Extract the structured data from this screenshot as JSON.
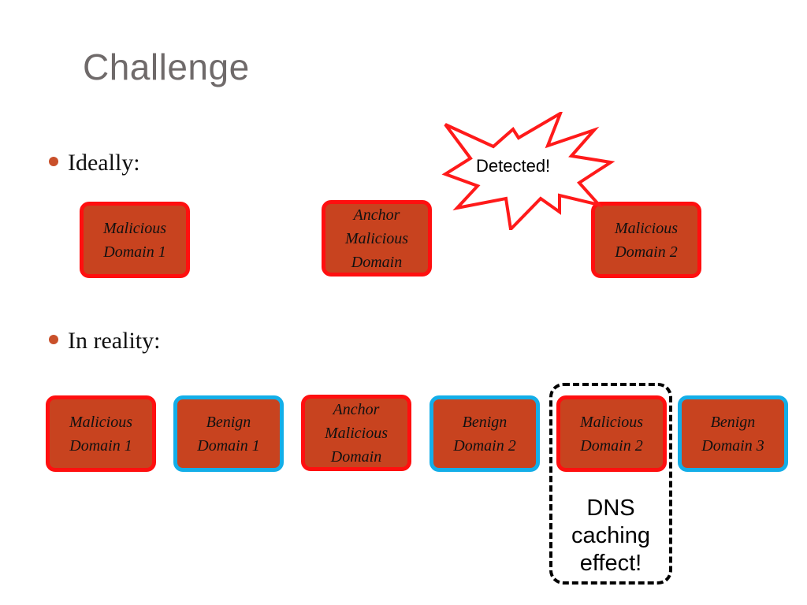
{
  "title": "Challenge",
  "bullets": {
    "ideally": "Ideally:",
    "reality": "In reality:"
  },
  "ideal_boxes": [
    {
      "label": "Malicious\nDomain 1",
      "kind": "malicious"
    },
    {
      "label": "Anchor\nMalicious\nDomain",
      "kind": "malicious"
    },
    {
      "label": "Malicious\nDomain 2",
      "kind": "malicious"
    }
  ],
  "detected_label": "Detected!",
  "reality_boxes": [
    {
      "label": "Malicious\nDomain 1",
      "kind": "malicious"
    },
    {
      "label": "Benign\nDomain 1",
      "kind": "benign"
    },
    {
      "label": "Anchor\nMalicious\nDomain",
      "kind": "malicious"
    },
    {
      "label": "Benign\nDomain 2",
      "kind": "benign"
    },
    {
      "label": "Malicious\nDomain 2",
      "kind": "malicious"
    },
    {
      "label": "Benign\nDomain 3",
      "kind": "benign"
    }
  ],
  "dns_effect_label": "DNS\ncaching\neffect!",
  "colors": {
    "title": "#6f6a6a",
    "bullet_dot": "#c9502a",
    "box_fill": "#c8431f",
    "malicious_border": "#ff0f0f",
    "benign_border": "#13aee8"
  }
}
